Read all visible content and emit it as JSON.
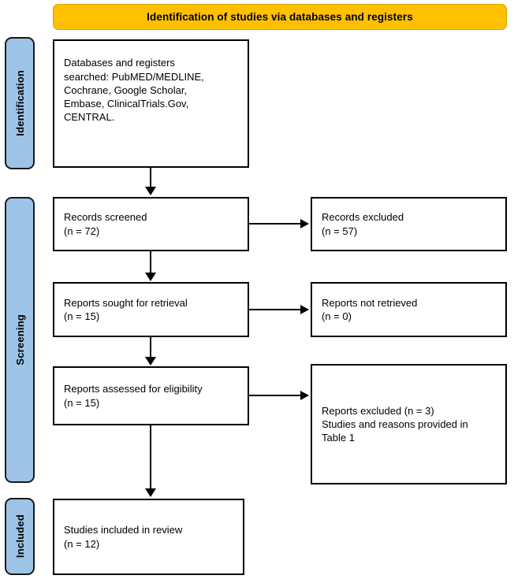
{
  "header": {
    "title": "Identification of studies via databases and registers",
    "background_color": "#FFC000"
  },
  "stages": {
    "background_color": "#9DC3E6",
    "items": [
      {
        "id": "identification",
        "label": "Identification"
      },
      {
        "id": "screening",
        "label": "Screening"
      },
      {
        "id": "included",
        "label": "Included"
      }
    ]
  },
  "boxes": {
    "databases": {
      "text": "Databases and registers\nsearched: PubMED/MEDLINE,\nCochrane, Google Scholar,\nEmbase, ClinicalTrials.Gov,\nCENTRAL."
    },
    "records_screened": {
      "text": "Records screened\n(n = 72)",
      "count": 72
    },
    "records_excluded": {
      "text": "Records excluded\n(n = 57)",
      "count": 57
    },
    "reports_sought": {
      "text": "Reports sought for retrieval\n(n = 15)",
      "count": 15
    },
    "reports_not_retrieved": {
      "text": "Reports not retrieved\n(n = 0)",
      "count": 0
    },
    "reports_assessed": {
      "text": "Reports assessed for eligibility\n(n = 15)",
      "count": 15
    },
    "reports_excluded": {
      "text": "Reports excluded (n = 3)\nStudies and reasons provided in\nTable 1",
      "count": 3
    },
    "studies_included": {
      "text": "Studies included in review\n(n = 12)",
      "count": 12
    }
  }
}
